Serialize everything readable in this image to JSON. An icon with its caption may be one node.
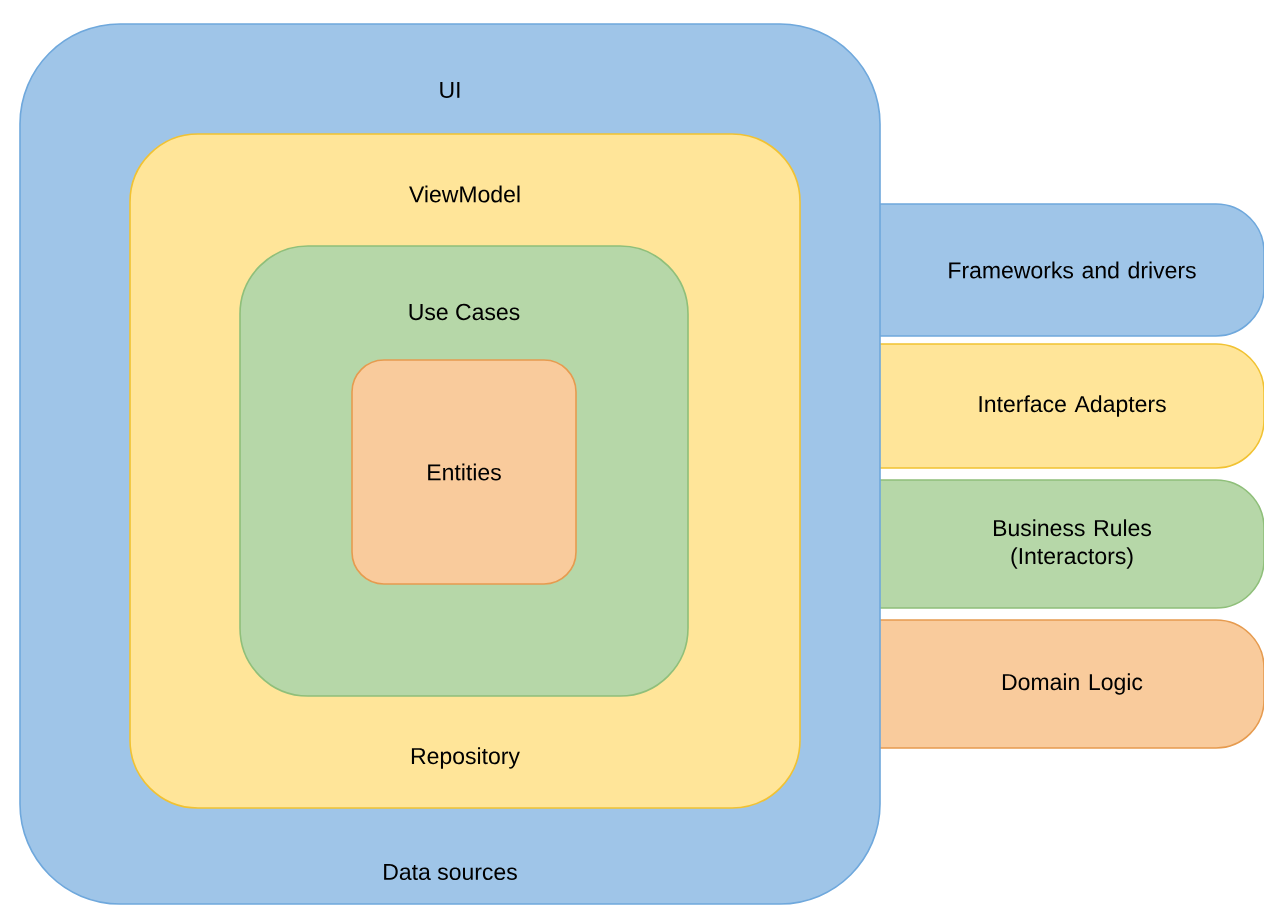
{
  "diagram": {
    "nodes": [
      {
        "text": [
          "UI",
          "Data sources"
        ]
      },
      {
        "text": [
          "ViewModel",
          "Repository"
        ],
        "in": 0
      },
      {
        "text": [
          "Use Cases"
        ],
        "in": 1
      },
      {
        "text": [
          "Entities"
        ],
        "in": 2
      },
      {
        "text": [
          "Frameworks and drivers"
        ]
      },
      {
        "text": [
          "Interface Adapters"
        ]
      },
      {
        "text": [
          "Business Rules (Interactors)"
        ]
      },
      {
        "text": [
          "Domain Logic"
        ]
      }
    ]
  }
}
